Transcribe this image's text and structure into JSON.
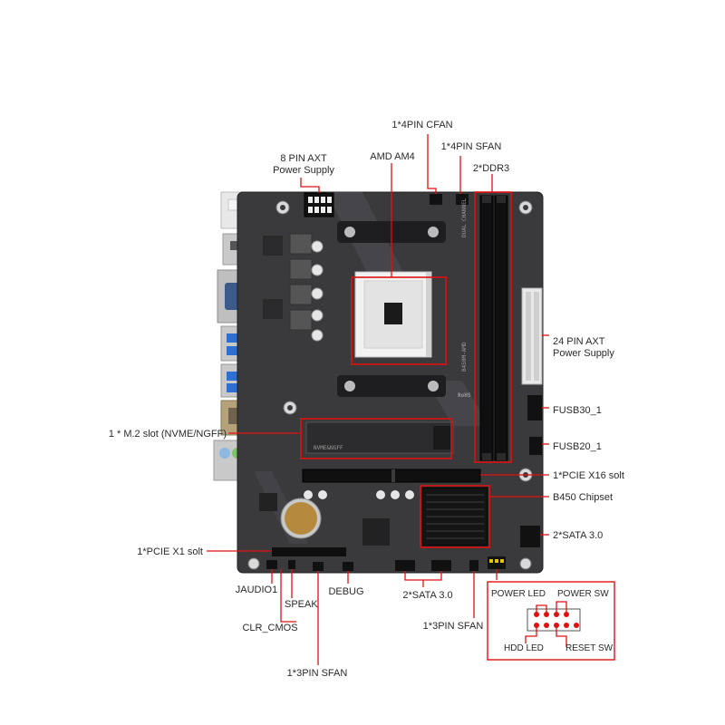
{
  "diagram": {
    "callouts": {
      "cfan": "1*4PIN CFAN",
      "sfan_top": "1*4PIN SFAN",
      "ddr": "2*DDR3",
      "cpu_socket": "AMD AM4",
      "cpu_power_line1": "8 PIN AXT",
      "cpu_power_line2": "Power Supply",
      "atx_power_line1": "24 PIN AXT",
      "atx_power_line2": "Power Supply",
      "fusb30": "FUSB30_1",
      "fusb20": "FUSB20_1",
      "m2": "1 * M.2 slot (NVME/NGFF)",
      "pcie_x16": "1*PCIE X16 solt",
      "chipset": "B450 Chipset",
      "sata_right": "2*SATA 3.0",
      "pcie_x1": "1*PCIE X1 solt",
      "jaudio": "JAUDIO1",
      "speak": "SPEAK",
      "debug": "DEBUG",
      "sata_bottom": "2*SATA 3.0",
      "clr_cmos": "CLR_CMOS",
      "sfan_bottom_right": "1*3PIN SFAN",
      "sfan_bottom_left": "1*3PIN SFAN"
    },
    "front_panel": {
      "power_led": "POWER LED",
      "power_sw": "POWER SW",
      "hdd_led": "HDD LED",
      "reset_sw": "RESET SW"
    },
    "silkscreen": {
      "m2_label": "NVME&NGFF",
      "model": "B450M-AMD",
      "channel": "DUAL CHANNEL",
      "rohs": "RoHS"
    },
    "colors": {
      "accent": "#e01010",
      "board": "#3a3a3d",
      "board_dark": "#1e1e20",
      "text": "#2a2a2a"
    }
  }
}
